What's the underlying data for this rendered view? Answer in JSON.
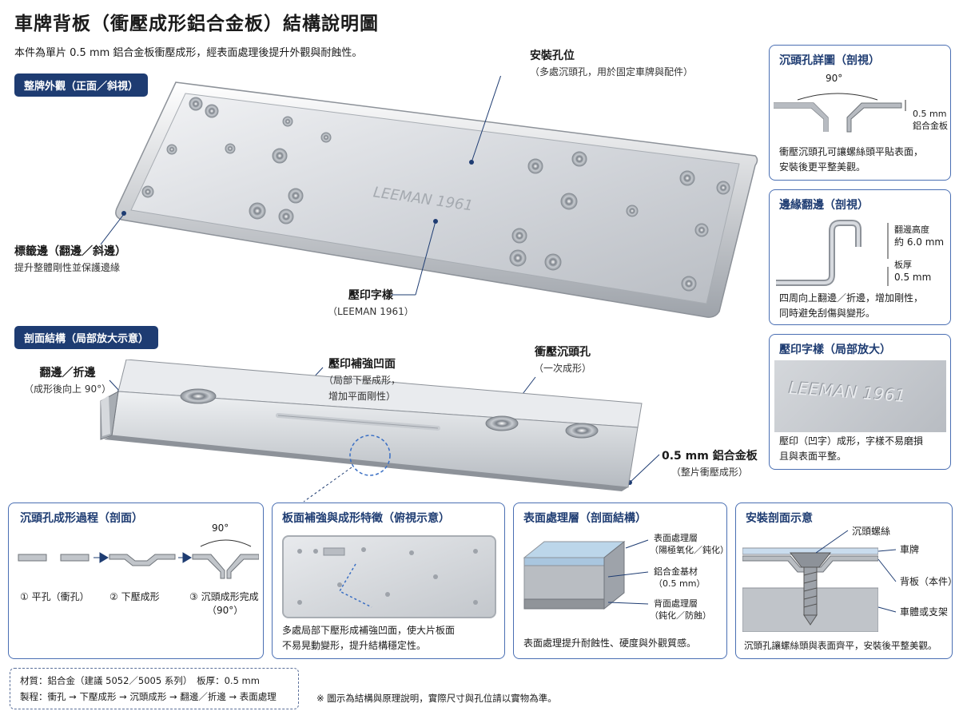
{
  "title": "車牌背板（衝壓成形鋁合金板）結構說明圖",
  "subtitle": "本件為單片 0.5 mm 鋁合金板衝壓成形，經表面處理後提升外觀與耐蝕性。",
  "sections": {
    "overview": "整牌外觀（正面／斜視）",
    "section": "剖面結構（局部放大示意）"
  },
  "embossed_text": "LEEMAN 1961",
  "callouts": {
    "mount_holes_title": "安裝孔位",
    "mount_holes_desc": "（多處沉頭孔，用於固定車牌與配件）",
    "frame_edge_title": "標籤邊（翻邊／斜邊）",
    "frame_edge_desc": "提升整體剛性並保護邊緣",
    "emboss_title": "壓印字樣",
    "emboss_desc": "（LEEMAN 1961）",
    "flange_title": "翻邊／折邊",
    "flange_desc": "（成形後向上 90°）",
    "rib_title": "壓印補強凹面",
    "rib_desc1": "（局部下壓成形，",
    "rib_desc2": "增加平面剛性）",
    "csk_title": "衝壓沉頭孔",
    "csk_desc": "（一次成形）",
    "sheet_title": "0.5 mm 鋁合金板",
    "sheet_desc": "（整片衝壓成形）"
  },
  "side_panels": {
    "csk_detail": {
      "title": "沉頭孔詳圖（剖視）",
      "angle": "90°",
      "dim1": "0.5 mm",
      "dim2": "鋁合金板",
      "desc1": "衝壓沉頭孔可讓螺絲頭平貼表面，",
      "desc2": "安裝後更平整美觀。"
    },
    "flange_detail": {
      "title": "邊緣翻邊（剖視）",
      "dim1": "翻邊高度",
      "dim2": "約 6.0 mm",
      "dim3": "板厚",
      "dim4": "0.5 mm",
      "desc1": "四周向上翻邊／折邊，增加剛性，",
      "desc2": "同時避免刮傷與變形。"
    },
    "emboss_detail": {
      "title": "壓印字樣（局部放大）",
      "desc1": "壓印（凹字）成形，字樣不易磨損",
      "desc2": "且與表面平整。"
    }
  },
  "bottom_panels": {
    "process": {
      "title": "沉頭孔成形過程（剖面）",
      "angle": "90°",
      "step1": "① 平孔（衝孔）",
      "step2": "② 下壓成形",
      "step3": "③ 沉頭成形完成",
      "step3b": "（90°）"
    },
    "rib": {
      "title": "板面補強與成形特徵（俯視示意）",
      "desc1": "多處局部下壓形成補強凹面，使大片板面",
      "desc2": "不易晃動變形，提升結構穩定性。"
    },
    "surface": {
      "title": "表面處理層（剖面結構）",
      "layer1a": "表面處理層",
      "layer1b": "（陽極氧化／鈍化）",
      "layer2a": "鋁合金基材",
      "layer2b": "（0.5 mm）",
      "layer3a": "背面處理層",
      "layer3b": "（鈍化／防蝕）",
      "desc": "表面處理提升耐蝕性、硬度與外觀質感。"
    },
    "install": {
      "title": "安裝剖面示意",
      "l1": "沉頭螺絲",
      "l2": "車牌",
      "l3": "背板（本件）",
      "l4": "車體或支架",
      "desc": "沉頭孔讓螺絲頭與表面齊平，安裝後平整美觀。"
    }
  },
  "footer": {
    "line1": "材質：鋁合金（建議 5052／5005 系列）　板厚：0.5 mm",
    "line2": "製程：衝孔 → 下壓成形 → 沉頭成形 → 翻邊／折邊 → 表面處理",
    "note": "※ 圖示為結構與原理說明，實際尺寸與孔位請以實物為準。"
  },
  "colors": {
    "accent": "#1e3c72",
    "panel_border": "#4a6fb3",
    "metal_light": "#e6e8eb",
    "metal_dark": "#8d9299"
  }
}
